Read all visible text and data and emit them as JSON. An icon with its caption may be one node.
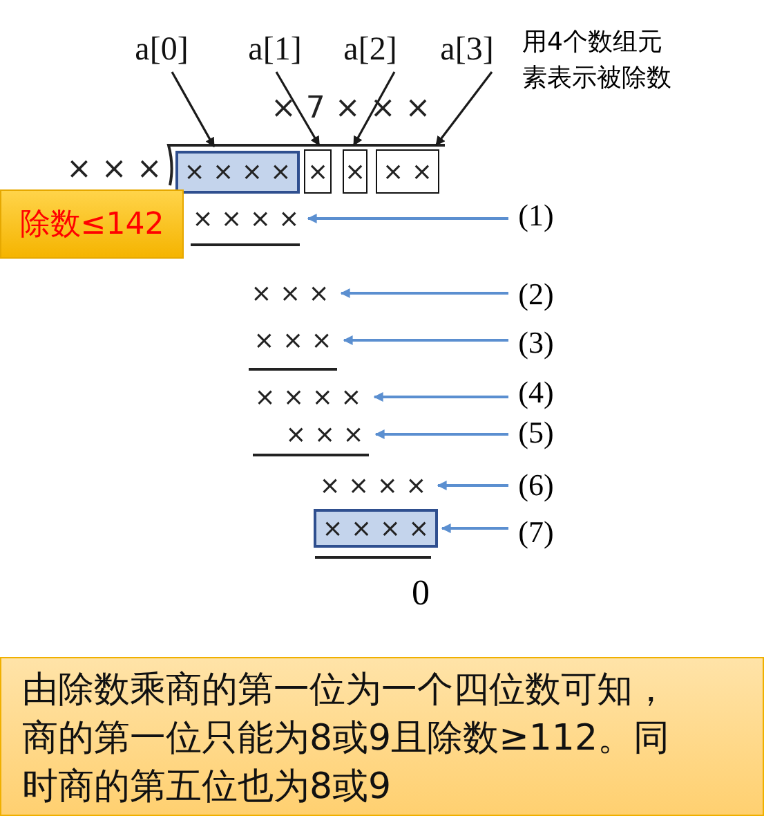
{
  "diagram": {
    "nodes": [
      {
        "text": [
          "a[0]"
        ]
      },
      {
        "text": [
          "a[1]"
        ]
      },
      {
        "text": [
          "a[2]"
        ]
      },
      {
        "text": [
          "a[3]"
        ]
      },
      {
        "text": [
          "× × × ×"
        ]
      },
      {
        "text": [
          "×"
        ]
      },
      {
        "text": [
          "×"
        ]
      },
      {
        "text": [
          "× ×"
        ]
      },
      {
        "text": [
          "除数≤142"
        ]
      },
      {
        "text": [
          "× × × ×"
        ]
      },
      {
        "text": [
          "(1)"
        ]
      },
      {
        "text": [
          "× × ×"
        ]
      },
      {
        "text": [
          "(2)"
        ]
      },
      {
        "text": [
          "× × ×"
        ]
      },
      {
        "text": [
          "(3)"
        ]
      },
      {
        "text": [
          "× × × ×"
        ]
      },
      {
        "text": [
          "(4)"
        ]
      },
      {
        "text": [
          "× × ×"
        ]
      },
      {
        "text": [
          "(5)"
        ]
      },
      {
        "text": [
          "× × × ×"
        ]
      },
      {
        "text": [
          "(6)"
        ]
      },
      {
        "text": [
          "× × × ×"
        ]
      },
      {
        "text": [
          "(7)"
        ]
      },
      {
        "text": [
          "由除数乘商的第一位为一个四位数可知，商的第一位只能为8或9且除数≥112。同时商的第五位也为8或9"
        ]
      }
    ],
    "edges": [
      {
        "from": 0,
        "to": 4,
        "arrow": "to",
        "color": "#1a1a1a"
      },
      {
        "from": 1,
        "to": 5,
        "arrow": "to",
        "color": "#1a1a1a"
      },
      {
        "from": 2,
        "to": 6,
        "arrow": "to",
        "color": "#1a1a1a"
      },
      {
        "from": 3,
        "to": 7,
        "arrow": "to",
        "color": "#1a1a1a"
      },
      {
        "from": 10,
        "to": 9,
        "arrow": "to"
      },
      {
        "from": 12,
        "to": 11,
        "arrow": "to"
      },
      {
        "from": 14,
        "to": 13,
        "arrow": "to"
      },
      {
        "from": 16,
        "to": 15,
        "arrow": "to"
      },
      {
        "from": 18,
        "to": 17,
        "arrow": "to"
      },
      {
        "from": 20,
        "to": 19,
        "arrow": "to"
      },
      {
        "from": 22,
        "to": 21,
        "arrow": "to"
      }
    ],
    "labels": [
      "用4个数组元素表示被除数",
      "× 7 × × ×",
      "× × ×",
      "0"
    ]
  }
}
